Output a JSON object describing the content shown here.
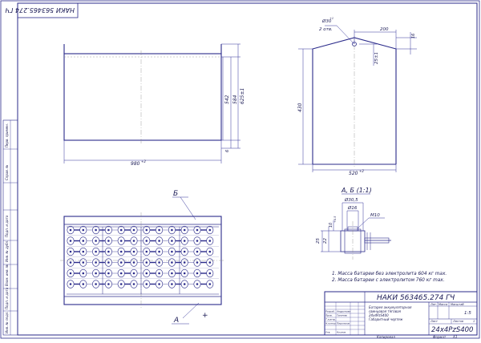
{
  "stamp_top": "НАКИ 563465.274 ГЧ",
  "front_view": {
    "dims": {
      "width": "980",
      "width_tol": "+2",
      "h1": "542",
      "h2": "584",
      "h3": "625±1",
      "base": "6"
    }
  },
  "side_view": {
    "dims": {
      "hole": "Ø30",
      "hole_tol": "+1",
      "holes_count": "2 отв.",
      "d200": "200",
      "d16": "16",
      "d25": "25±1",
      "h430": "430",
      "width": "520",
      "width_tol": "+2"
    }
  },
  "section": {
    "title": "А, Б (1:1)",
    "dims": {
      "d305": "Ø30,5",
      "d16": "Ø16",
      "m10": "М10",
      "d25": "25",
      "d22": "22",
      "d10": "10",
      "tol": "+0.5"
    }
  },
  "callouts": {
    "b": "Б",
    "a": "А"
  },
  "notes": [
    "1. Масса батареи без электролита 604 кг max.",
    "2. Масса батареи с электролитом 760 кг max."
  ],
  "title_block": {
    "doc_number": "НАКИ 563465.274 ГЧ",
    "name_lines": [
      "Батарея аккумуляторная",
      "свинцовая тяговая",
      "24x4PzS400",
      "Габаритный чертеж"
    ],
    "col_lit": "Лит.",
    "col_mass": "Масса",
    "col_scale": "Масштаб",
    "scale": "1:5",
    "col_sheet": "Лист",
    "col_sheets": "Листов",
    "sheets": "1",
    "designation": "24x4PzS400",
    "roles": [
      "Разраб.",
      "Пров.",
      "Т.контр.",
      "Н.контр.",
      "Утв."
    ],
    "names": [
      "Андропова",
      "Ганичев",
      "",
      "Пирожков",
      "Козлов"
    ],
    "copy_label": "Копировал",
    "format_label": "Формат",
    "format": "А3"
  },
  "left_strip": [
    "Перв. примен.",
    "Справ. №",
    "Подп. и дата",
    "Инв. № дубл.",
    "Взам. инв. №",
    "Подп. и дата",
    "Инв. № подл."
  ]
}
